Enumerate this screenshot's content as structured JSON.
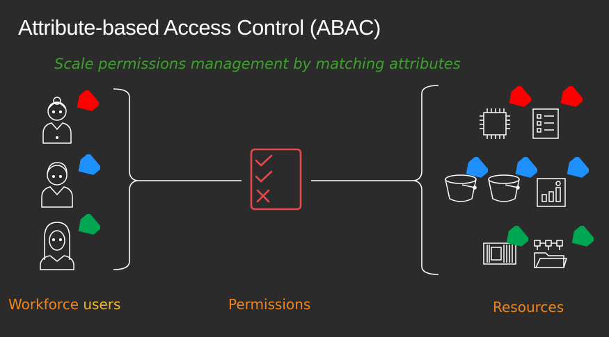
{
  "title": "Attribute-based Access Control (ABAC)",
  "subtitle": "Scale permissions management by matching attributes",
  "captions": {
    "workforce_first": "Workforce",
    "workforce_second": "users",
    "permissions": "Permissions",
    "resources": "Resources"
  },
  "colors": {
    "background": "#2b2b2b",
    "subtitle": "#3ea12e",
    "caption": "#f0851d",
    "caption_highlight": "#f5b829",
    "permissions": "#e8474c",
    "tag_red": "#ff0000",
    "tag_blue": "#1e90ff",
    "tag_green": "#00a651"
  },
  "icons": {
    "users": [
      "user-woman-icon",
      "user-man-icon",
      "user-hijab-icon"
    ],
    "center": "permissions-checklist-icon",
    "resources": [
      "chip-icon",
      "list-document-icon",
      "bucket-icon",
      "bucket-icon",
      "chart-icon",
      "circuit-icon",
      "folder-network-icon"
    ]
  }
}
